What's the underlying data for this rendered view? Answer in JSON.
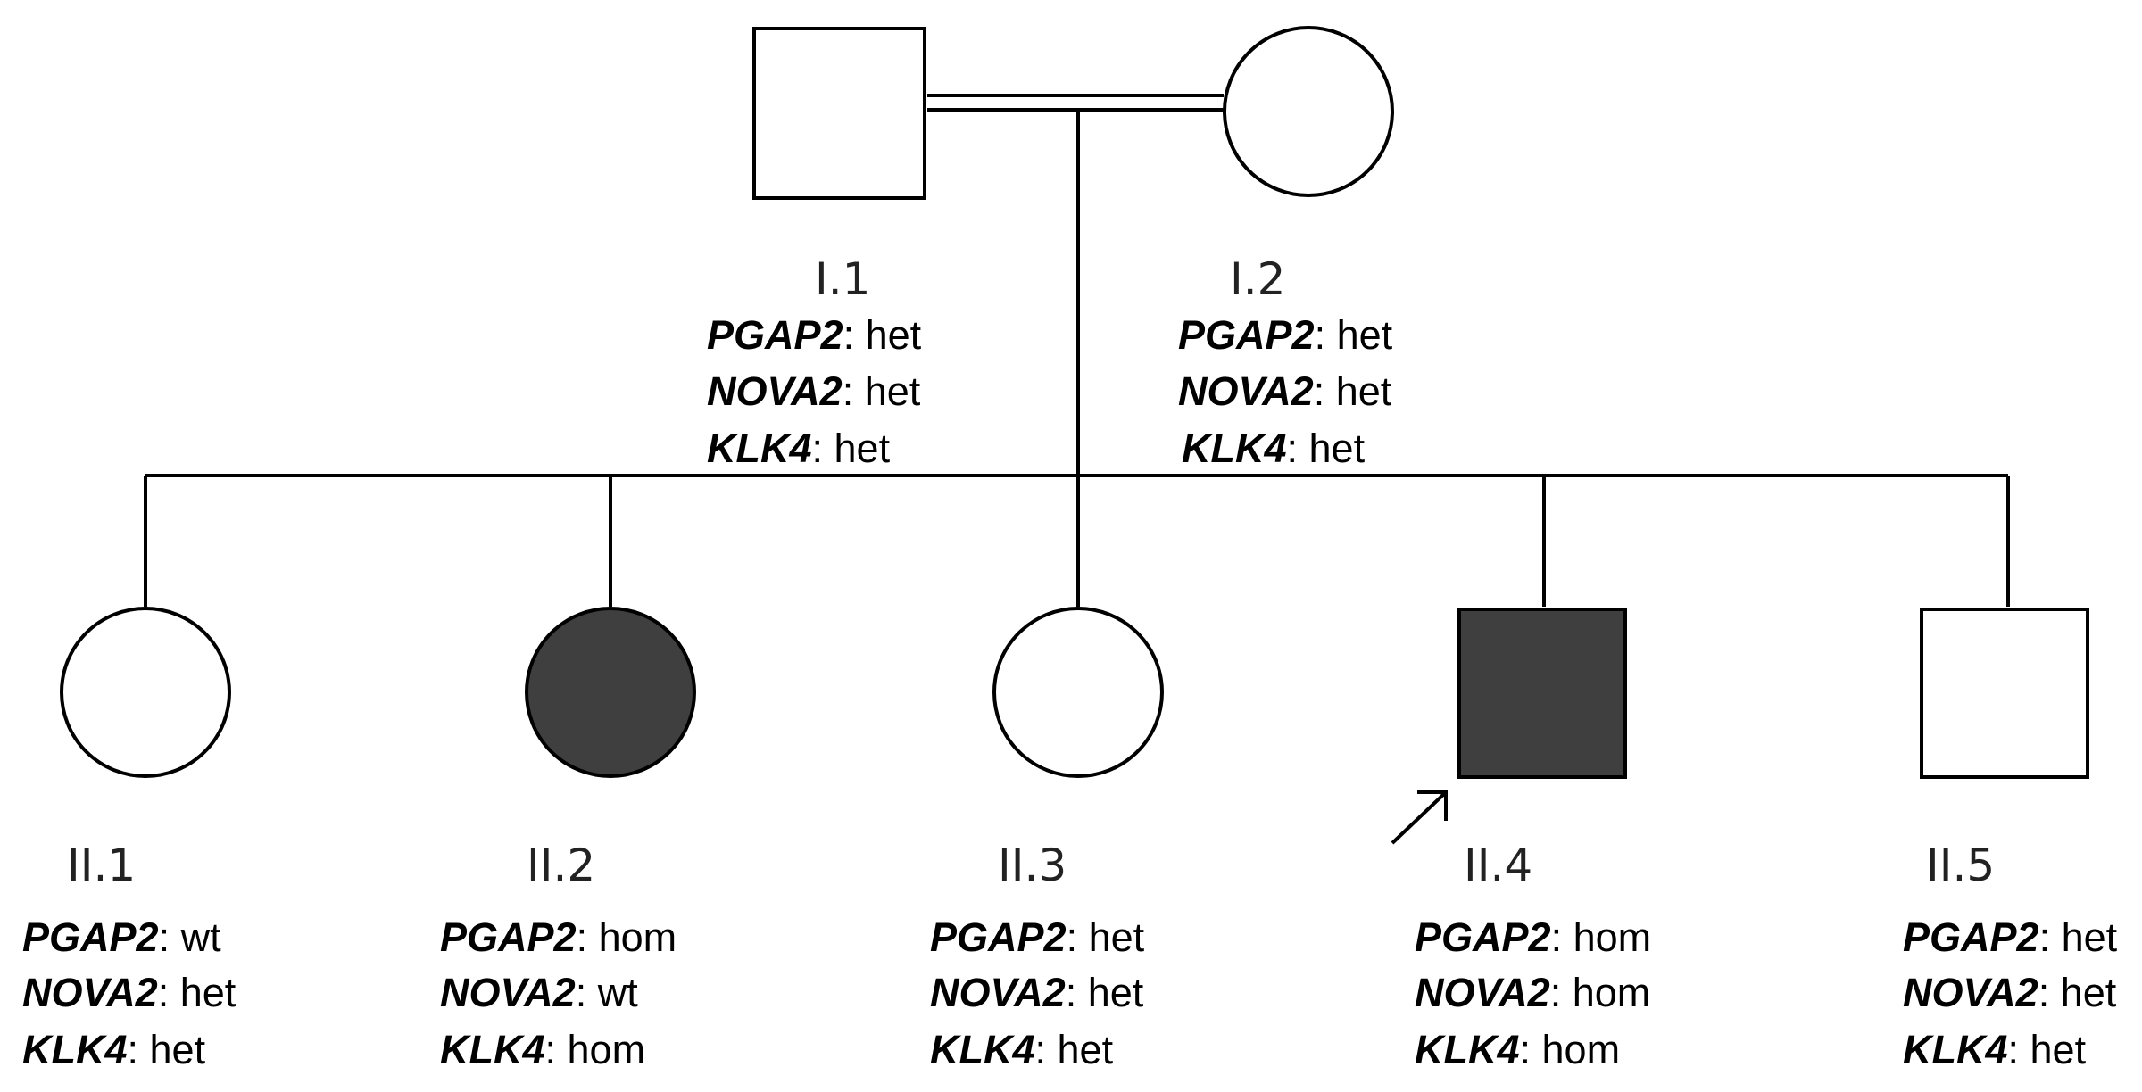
{
  "colors": {
    "affected": "#3f3f3f",
    "unaffected": "#ffffff",
    "line": "#000000"
  },
  "individuals": [
    {
      "id": "I.1",
      "sex": "male",
      "affected": false,
      "genotypes": [
        {
          "gene": "PGAP2",
          "value": "het"
        },
        {
          "gene": "NOVA2",
          "value": "het"
        },
        {
          "gene": "KLK4",
          "value": "het"
        }
      ]
    },
    {
      "id": "I.2",
      "sex": "female",
      "affected": false,
      "genotypes": [
        {
          "gene": "PGAP2",
          "value": "het"
        },
        {
          "gene": "NOVA2",
          "value": "het"
        },
        {
          "gene": "KLK4",
          "value": "het"
        }
      ]
    },
    {
      "id": "II.1",
      "sex": "female",
      "affected": false,
      "genotypes": [
        {
          "gene": "PGAP2",
          "value": "wt"
        },
        {
          "gene": "NOVA2",
          "value": "het"
        },
        {
          "gene": "KLK4",
          "value": "het"
        }
      ]
    },
    {
      "id": "II.2",
      "sex": "female",
      "affected": true,
      "genotypes": [
        {
          "gene": "PGAP2",
          "value": "hom"
        },
        {
          "gene": "NOVA2",
          "value": "wt"
        },
        {
          "gene": "KLK4",
          "value": "hom"
        }
      ]
    },
    {
      "id": "II.3",
      "sex": "female",
      "affected": false,
      "genotypes": [
        {
          "gene": "PGAP2",
          "value": "het"
        },
        {
          "gene": "NOVA2",
          "value": "het"
        },
        {
          "gene": "KLK4",
          "value": "het"
        }
      ]
    },
    {
      "id": "II.4",
      "sex": "male",
      "affected": true,
      "proband": true,
      "genotypes": [
        {
          "gene": "PGAP2",
          "value": "hom"
        },
        {
          "gene": "NOVA2",
          "value": "hom"
        },
        {
          "gene": "KLK4",
          "value": "hom"
        }
      ]
    },
    {
      "id": "II.5",
      "sex": "male",
      "affected": false,
      "genotypes": [
        {
          "gene": "PGAP2",
          "value": "het"
        },
        {
          "gene": "NOVA2",
          "value": "het"
        },
        {
          "gene": "KLK4",
          "value": "het"
        }
      ]
    }
  ],
  "relationships": {
    "consanguineous_mating": [
      "I.1",
      "I.2"
    ],
    "children": [
      "II.1",
      "II.2",
      "II.3",
      "II.4",
      "II.5"
    ]
  }
}
